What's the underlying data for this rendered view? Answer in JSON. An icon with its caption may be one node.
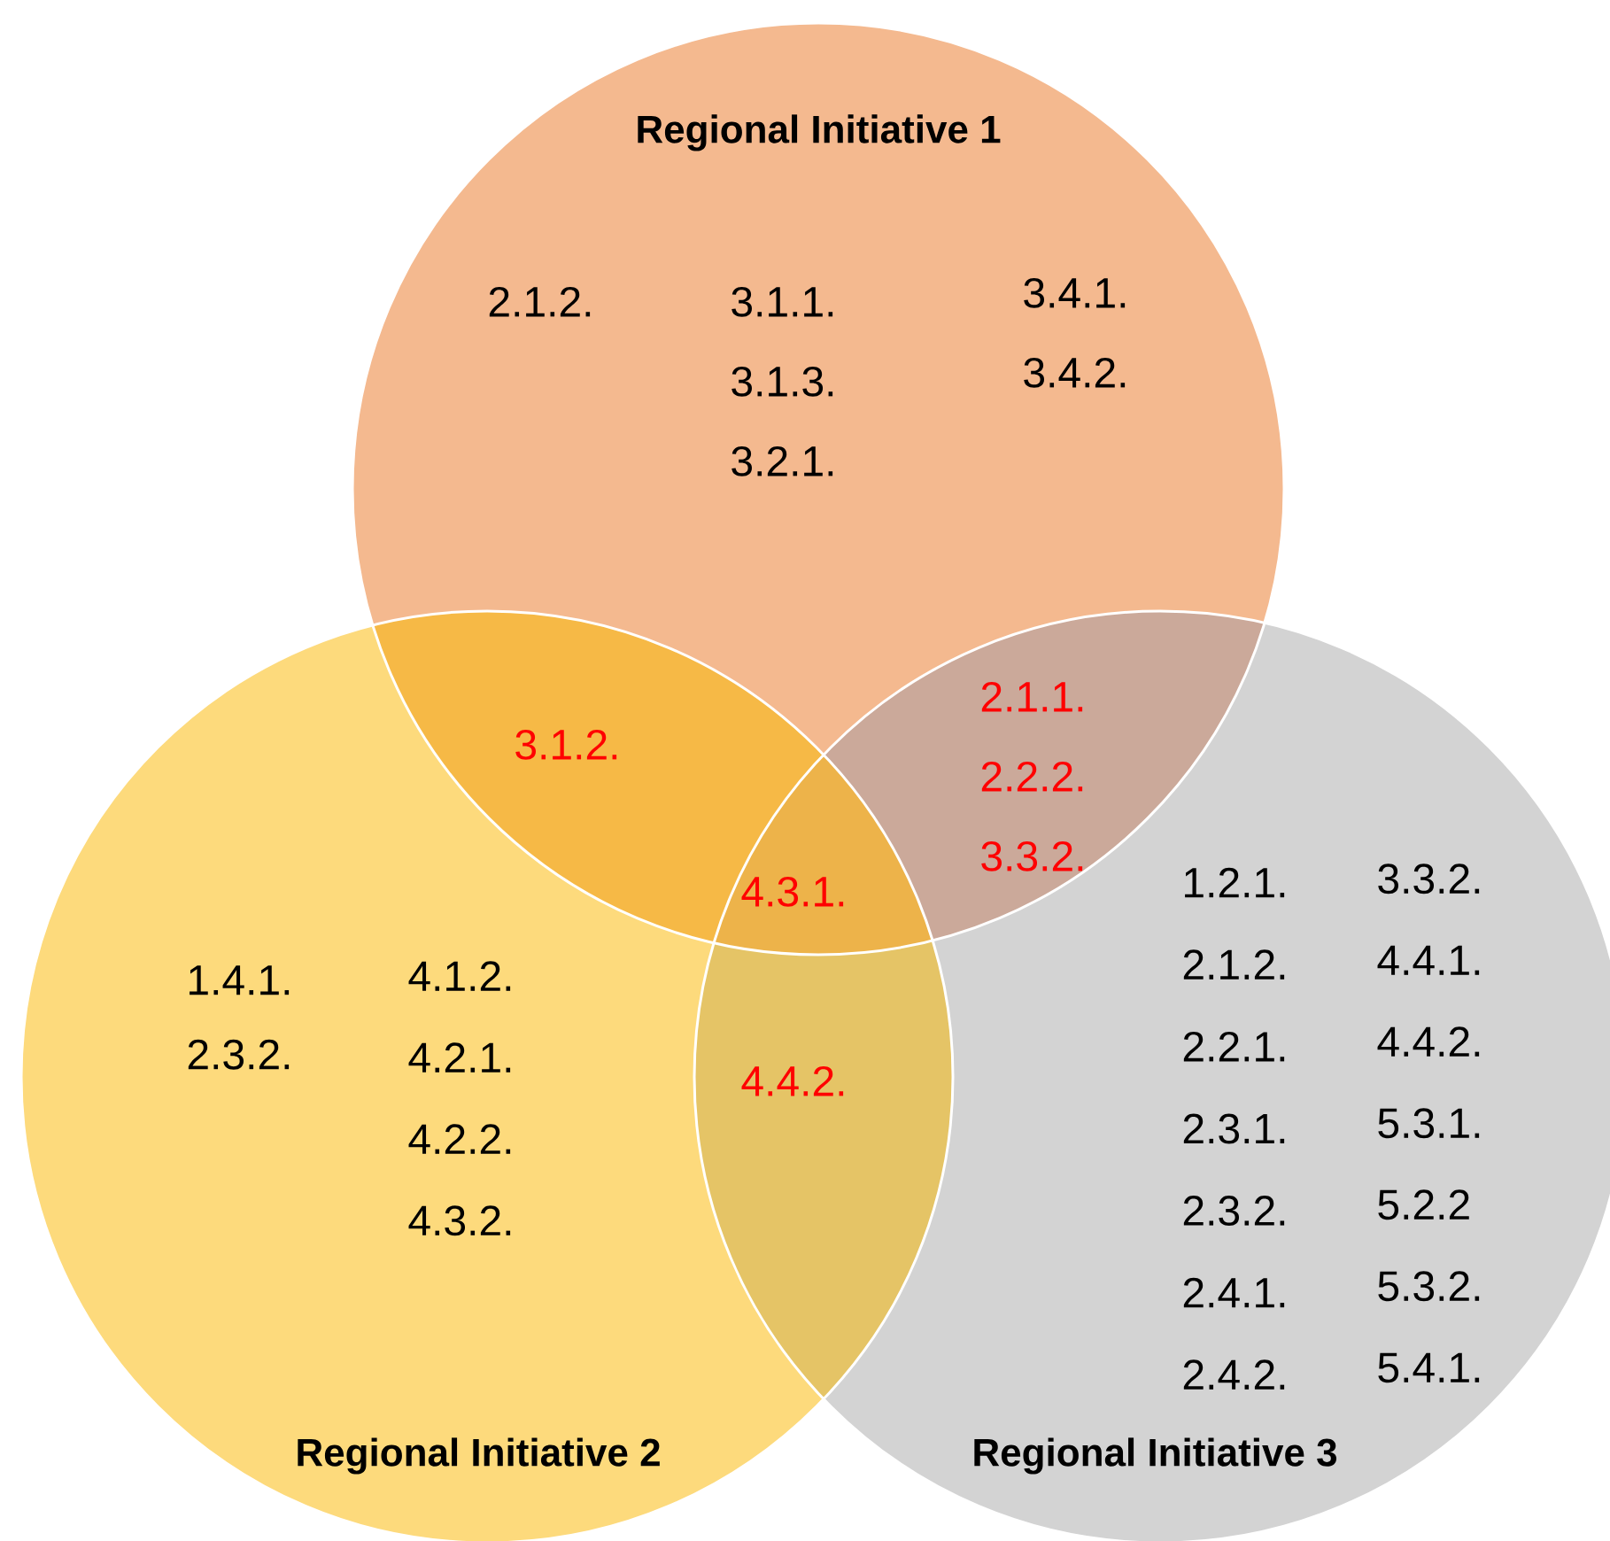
{
  "diagram": {
    "nodes": [
      {
        "text": [
          "Regional Initiative 1"
        ]
      },
      {
        "text": [
          "Regional Initiative 2"
        ]
      },
      {
        "text": [
          "Regional Initiative 3"
        ]
      }
    ],
    "labels": [
      "2.1.2.",
      "3.1.1. 3.1.3. 3.2.1.",
      "3.4.1. 3.4.2.",
      "3.1.2.",
      "2.1.1. 2.2.2. 3.3.2.",
      "4.3.1.",
      "1.4.1. 2.3.2.",
      "4.1.2. 4.2.1. 4.2.2. 4.3.2.",
      "4.4.2.",
      "1.2.1. 2.1.2. 2.2.1. 2.3.1. 2.3.2. 2.4.1. 2.4.2.",
      "3.3.2. 4.4.1. 4.4.2. 5.3.1. 5.2.2 5.3.2. 5.4.1."
    ]
  }
}
